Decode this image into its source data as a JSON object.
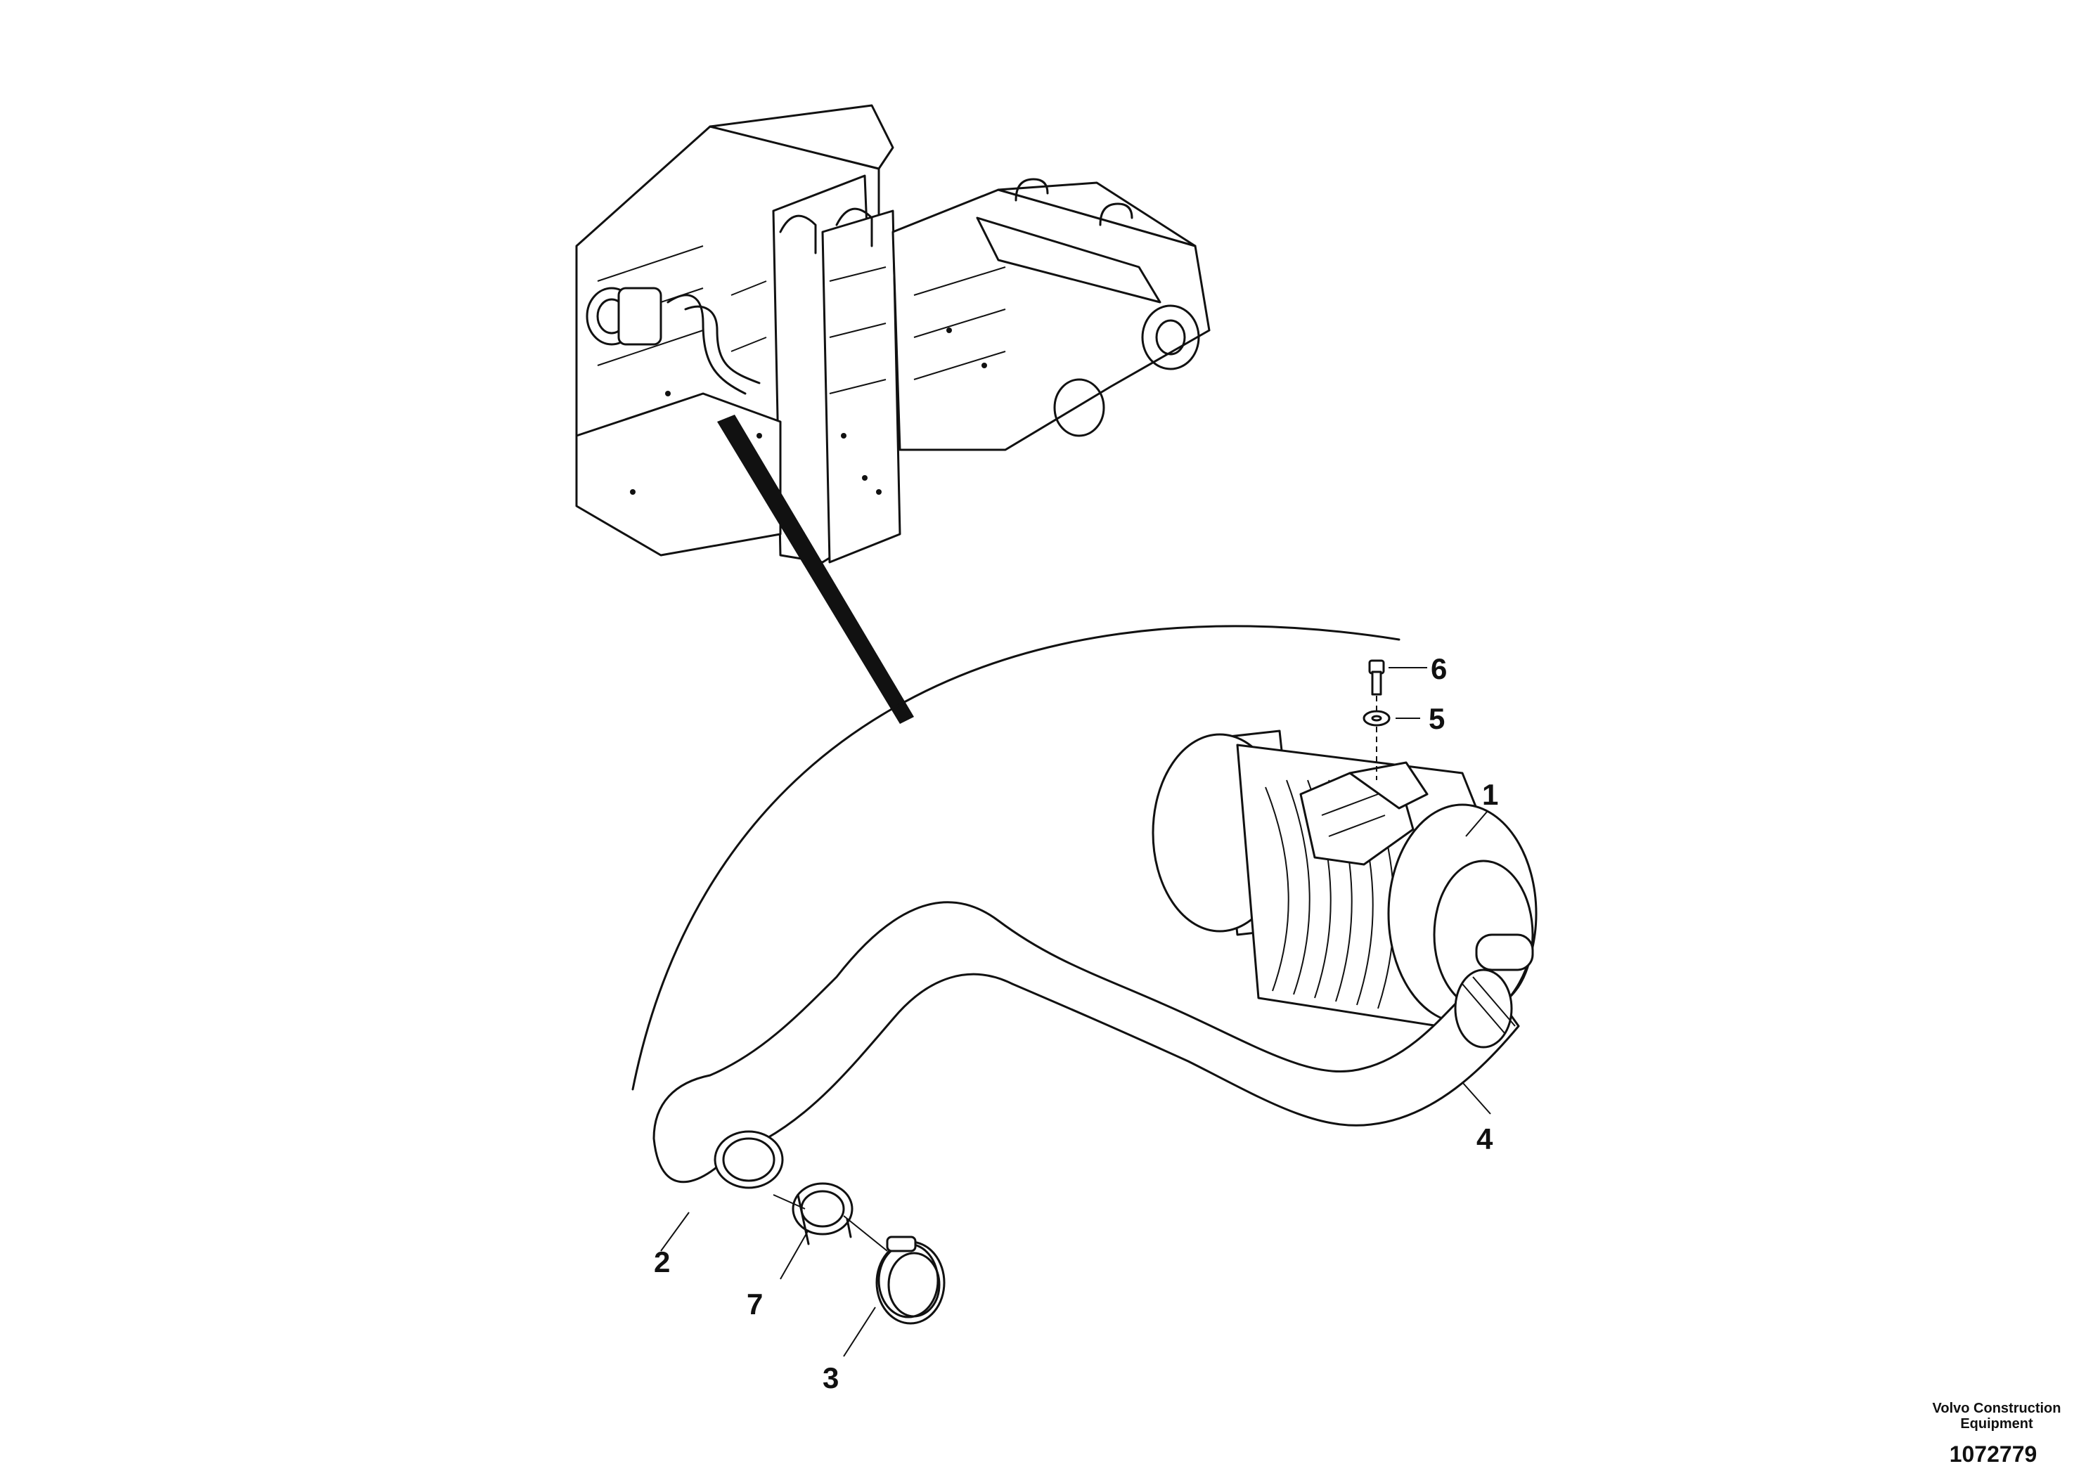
{
  "callouts": [
    {
      "id": "1",
      "label": "1"
    },
    {
      "id": "2",
      "label": "2"
    },
    {
      "id": "3",
      "label": "3"
    },
    {
      "id": "4",
      "label": "4"
    },
    {
      "id": "5",
      "label": "5"
    },
    {
      "id": "6",
      "label": "6"
    },
    {
      "id": "7",
      "label": "7"
    }
  ],
  "footer": {
    "company_line1": "Volvo Construction",
    "company_line2": "Equipment",
    "drawing_number": "1072779"
  },
  "colors": {
    "ink": "#111111",
    "paper": "#ffffff"
  }
}
